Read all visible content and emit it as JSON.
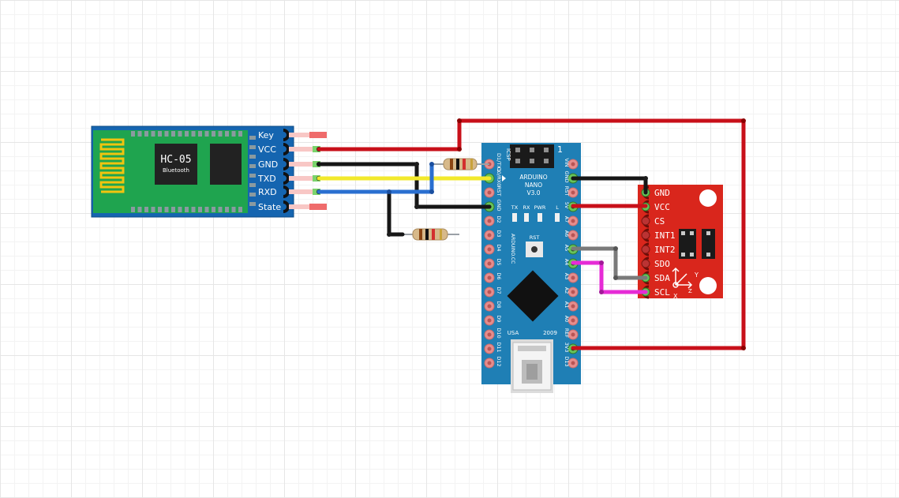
{
  "colors": {
    "hc05_board": "#1565b0",
    "hc05_module": "#1fa44f",
    "nano_board": "#1f7fb5",
    "adxl_board": "#d9261c",
    "wire_red": "#c8101a",
    "wire_black": "#161616",
    "wire_yellow": "#f2e92c",
    "wire_blue": "#2a6fd0",
    "wire_gray": "#7a7a7a",
    "wire_magenta": "#e62bd6"
  },
  "hc05": {
    "title": "HC-05",
    "subtitle": "Bluetooth",
    "pins": [
      "Key",
      "VCC",
      "GND",
      "TXD",
      "RXD",
      "State"
    ]
  },
  "nano": {
    "name_line1": "ARDUINO",
    "name_line2": "NANO",
    "name_line3": "V3.0",
    "icsp": "ICSP",
    "one": "1",
    "led_rx": "RX",
    "led_pwr": "PWR",
    "led_l": "L",
    "led_tx": "TX",
    "rst": "RST",
    "brand": "ARDUINO.CC",
    "usa": "USA",
    "year": "2009",
    "left_pins": [
      "D1/TX1",
      "D0/RX0",
      "RST",
      "GND",
      "D2",
      "D3",
      "D4",
      "D5",
      "D6",
      "D7",
      "D8",
      "D9",
      "D10",
      "D11",
      "D12"
    ],
    "right_pins": [
      "VIN",
      "GND",
      "RST",
      "5V",
      "A7",
      "A6",
      "A5",
      "A4",
      "A3",
      "A2",
      "A1",
      "A0",
      "REF",
      "3V3",
      "D13"
    ]
  },
  "adxl": {
    "pins": [
      "GND",
      "VCC",
      "CS",
      "INT1",
      "INT2",
      "SDO",
      "SDA",
      "SCL"
    ],
    "axis_x": "X",
    "axis_y": "Y",
    "axis_z": "Z"
  }
}
